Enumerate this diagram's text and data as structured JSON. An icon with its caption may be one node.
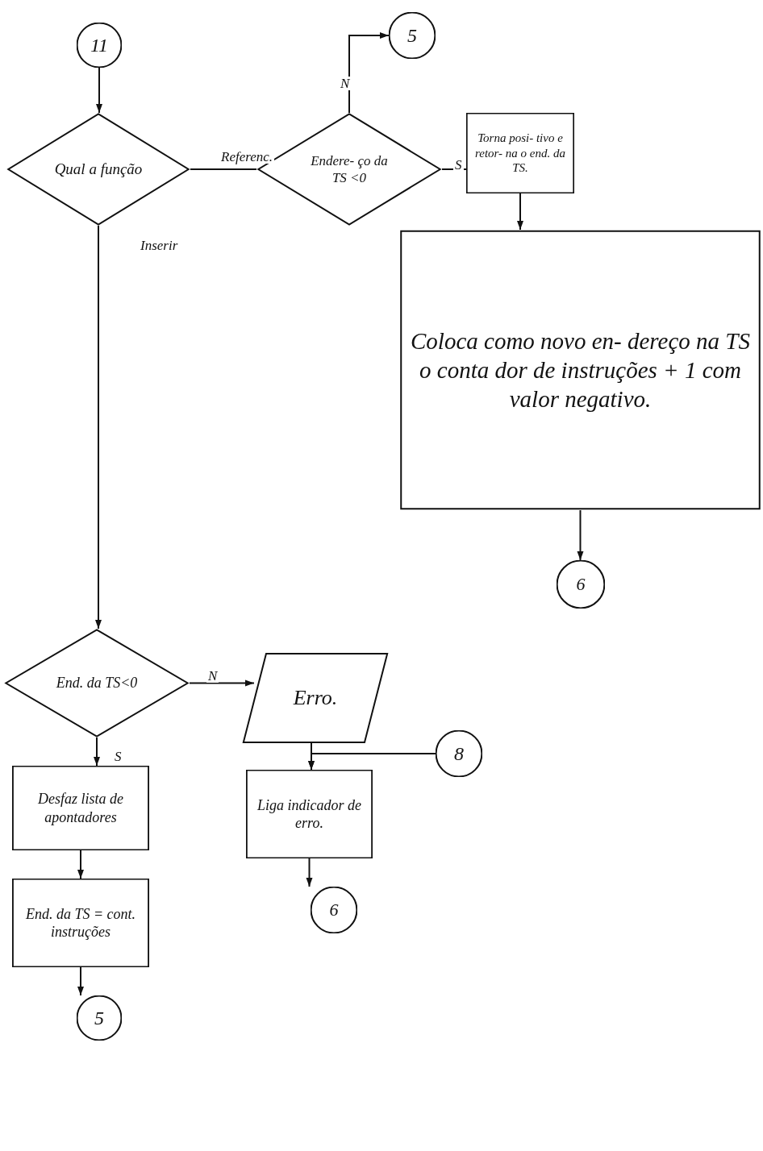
{
  "diagram": {
    "nodes": [
      {
        "text": [
          "11"
        ]
      },
      {
        "text": [
          "Qual a função"
        ]
      },
      {
        "text": [
          "Endere- ço da TS <0"
        ]
      },
      {
        "text": [
          "5"
        ]
      },
      {
        "text": [
          "Torna posi- tivo e retor- na o end. da TS."
        ]
      },
      {
        "text": [
          "Coloca como novo en- dereço na TS o conta dor de instruções + 1 com valor negativo."
        ]
      },
      {
        "text": [
          "6"
        ]
      },
      {
        "text": [
          "End. da TS<0"
        ]
      },
      {
        "text": [
          "Erro."
        ]
      },
      {
        "text": [
          "8"
        ]
      },
      {
        "text": [
          "Desfaz lista de apontadores"
        ]
      },
      {
        "text": [
          "Liga indicador de erro."
        ]
      },
      {
        "text": [
          "6"
        ]
      },
      {
        "text": [
          "End. da TS = cont. instruções"
        ]
      },
      {
        "text": [
          "5"
        ]
      }
    ],
    "edges": [
      {
        "from": 0,
        "to": 1,
        "arrow": "to"
      },
      {
        "from": 1,
        "to": 2,
        "arrow": "none",
        "label": "Referenc."
      },
      {
        "from": 2,
        "to": 3,
        "arrow": "to",
        "label": "N"
      },
      {
        "from": 2,
        "to": 4,
        "arrow": "none",
        "label": "S"
      },
      {
        "from": 4,
        "to": 5,
        "arrow": "to"
      },
      {
        "from": 5,
        "to": 6,
        "arrow": "to"
      },
      {
        "from": 1,
        "to": 7,
        "arrow": "to",
        "label": "Inserir"
      },
      {
        "from": 7,
        "to": 8,
        "arrow": "to",
        "label": "N"
      },
      {
        "from": 7,
        "to": 10,
        "arrow": "to",
        "label": "S"
      },
      {
        "from": 8,
        "to": 11,
        "arrow": "to"
      },
      {
        "from": 9,
        "to": 11,
        "arrow": "to"
      },
      {
        "from": 10,
        "to": 13,
        "arrow": "to"
      },
      {
        "from": 11,
        "to": 12,
        "arrow": "to"
      },
      {
        "from": 13,
        "to": 14,
        "arrow": "to"
      }
    ]
  }
}
